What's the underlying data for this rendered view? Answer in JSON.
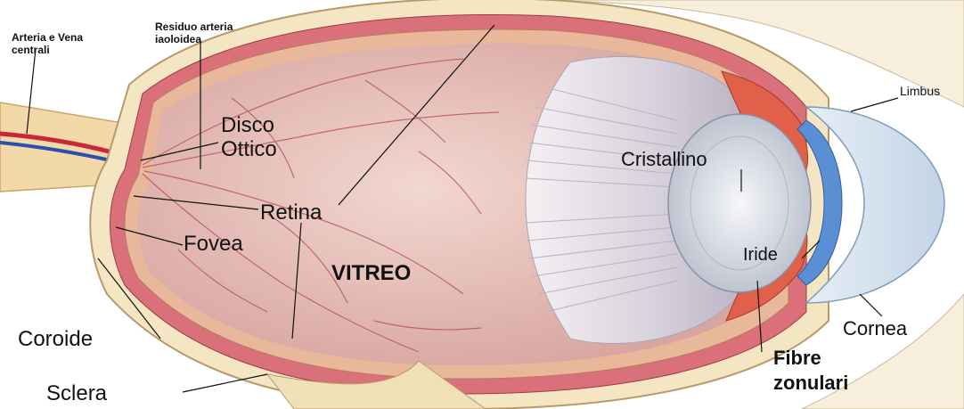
{
  "labels": {
    "arteria_vena_line1": "Arteria e Vena",
    "arteria_vena_line2": "centrali",
    "residuo_line1": "Residuo arteria",
    "residuo_line2": "iaoloidea",
    "disco_line1": "Disco",
    "disco_line2": "Ottico",
    "retina": "Retina",
    "fovea": "Fovea",
    "coroide": "Coroide",
    "sclera": "Sclera",
    "vitreo": "VITREO",
    "cristallino": "Cristallino",
    "iride": "Iride",
    "limbus": "Limbus",
    "cornea": "Cornea",
    "fibre_line1": "Fibre",
    "fibre_line2": "zonulari"
  },
  "colors": {
    "sclera": "#f4e6c2",
    "choroid": "#d9707a",
    "retina_layer": "#e9b89a",
    "vitreous": "#e8c4bd",
    "lens": "#dfe2ea",
    "cornea": "#cfe0ee",
    "iris_blue": "#5b8fd4",
    "ciliary": "#e0604a",
    "vessel_red": "#c8283a",
    "vessel_blue": "#2a4fae"
  }
}
